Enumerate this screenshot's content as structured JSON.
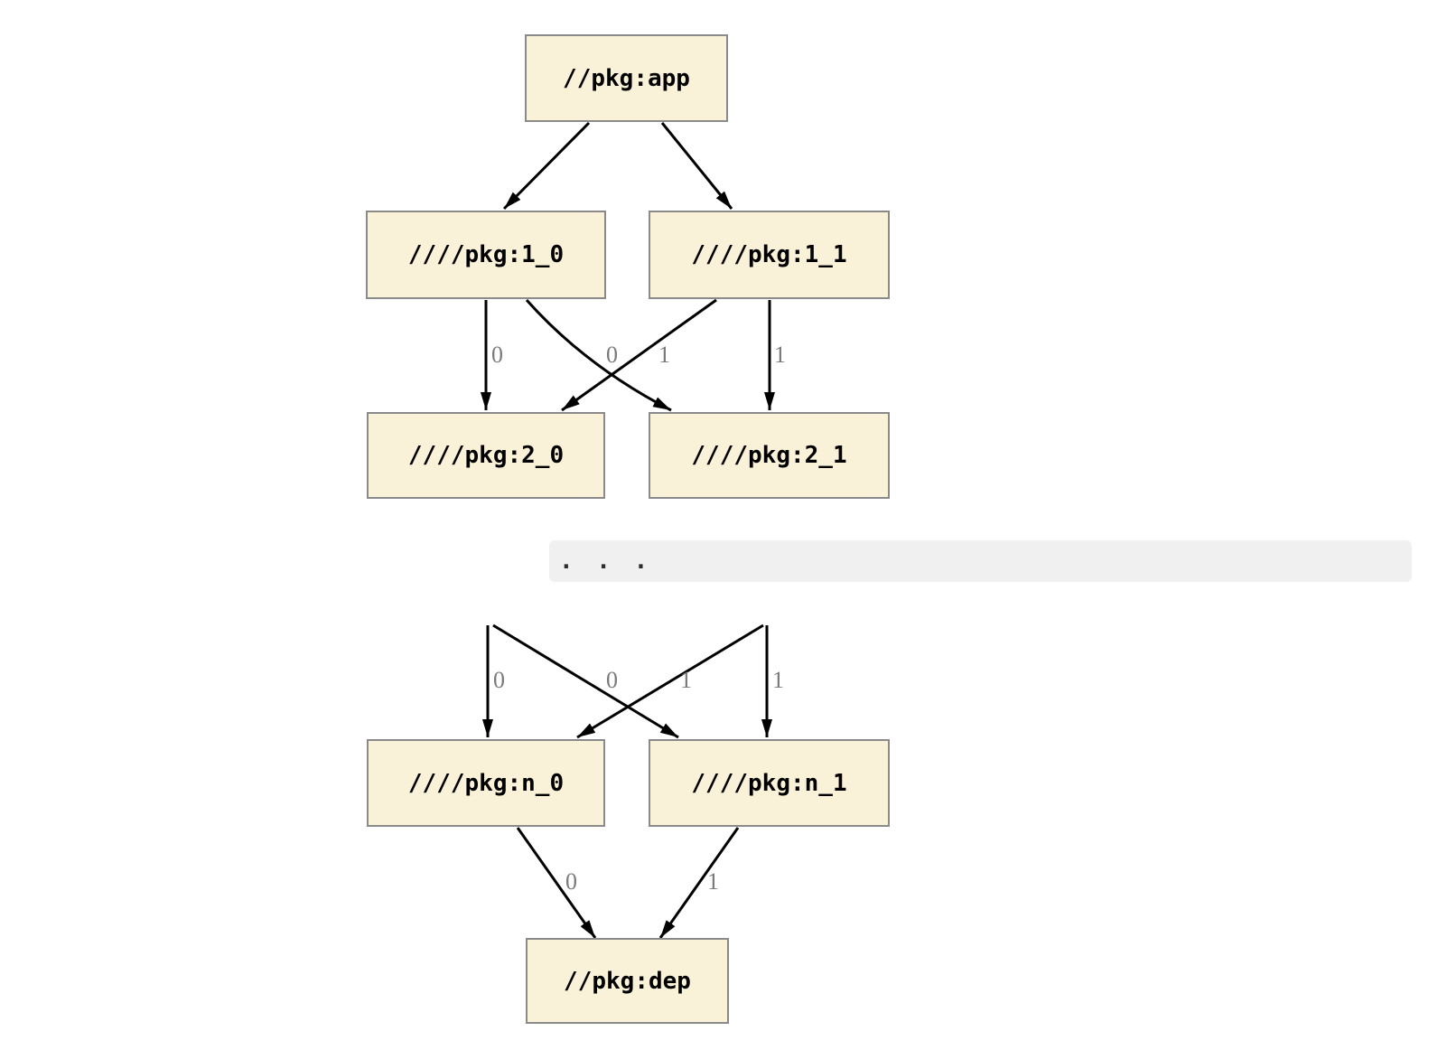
{
  "diagram": {
    "nodes": {
      "app": {
        "label": "//pkg:app"
      },
      "l1_0": {
        "label": "////pkg:1_0"
      },
      "l1_1": {
        "label": "////pkg:1_1"
      },
      "l2_0": {
        "label": "////pkg:2_0"
      },
      "l2_1": {
        "label": "////pkg:2_1"
      },
      "ln_0": {
        "label": "////pkg:n_0"
      },
      "ln_1": {
        "label": "////pkg:n_1"
      },
      "dep": {
        "label": "//pkg:dep"
      }
    },
    "ellipsis": ". . .",
    "edge_labels": {
      "level2": [
        "0",
        "0",
        "1",
        "1"
      ],
      "leveln": [
        "0",
        "0",
        "1",
        "1"
      ],
      "dep": [
        "0",
        "1"
      ]
    },
    "colors": {
      "node_fill": "#faf2d8",
      "node_border": "#8a8a8a",
      "edge": "#000000",
      "edge_label": "#7a7a7a",
      "ellipsis_band": "#f0f0f0"
    }
  }
}
